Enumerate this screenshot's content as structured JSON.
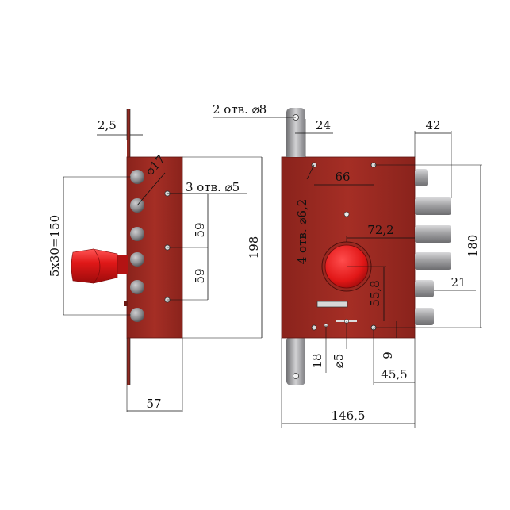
{
  "dimensions": {
    "faceplate_thickness": "2,5",
    "bolt_diameter": "17",
    "front_holes": "3 отв.",
    "front_holes_diameter": "5",
    "bolt_pitch_1": "59",
    "bolt_pitch_2": "59",
    "bolt_spacing": "5x30=150",
    "front_height": "198",
    "front_depth": "57",
    "top_rod_holes": "2 отв.",
    "top_rod_holes_diameter": "8",
    "top_offset": "24",
    "bolt_projection": "42",
    "hole_spacing_h": "66",
    "mount_holes": "4 отв.",
    "mount_holes_diameter": "6,2",
    "cylinder_offset": "72,2",
    "side_height": "180",
    "latch_projection": "21",
    "cylinder_to_spindle": "55,8",
    "spindle_offset": "18",
    "spindle_hole_diameter": "5",
    "bottom_offset": "9",
    "backset": "45,5",
    "body_width": "146,5"
  },
  "symbols": {
    "diameter": "⌀"
  },
  "colors": {
    "body": "#9c2a22",
    "body_dark": "#7d1d17",
    "cylinder": "#e51c1c",
    "steel": "#a7a7a9"
  }
}
